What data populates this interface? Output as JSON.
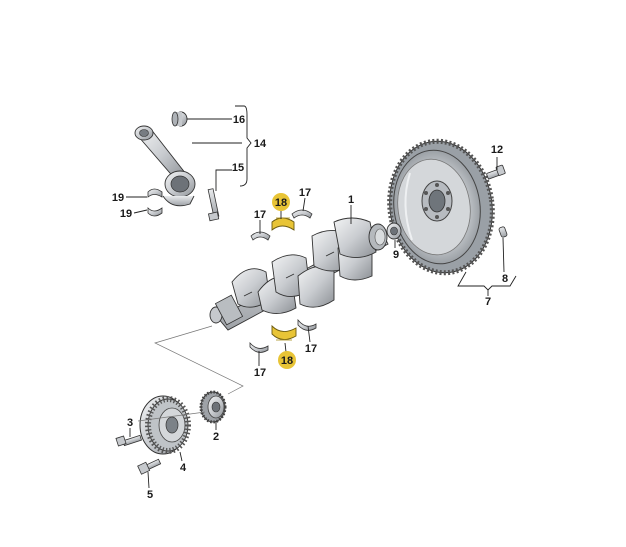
{
  "diagram": {
    "highlight_color": "#e8c436",
    "labels": [
      {
        "id": "label-1",
        "text": "1"
      },
      {
        "id": "label-2",
        "text": "2"
      },
      {
        "id": "label-3",
        "text": "3"
      },
      {
        "id": "label-4",
        "text": "4"
      },
      {
        "id": "label-5",
        "text": "5"
      },
      {
        "id": "label-7",
        "text": "7"
      },
      {
        "id": "label-8",
        "text": "8"
      },
      {
        "id": "label-9",
        "text": "9"
      },
      {
        "id": "label-12",
        "text": "12"
      },
      {
        "id": "label-14",
        "text": "14"
      },
      {
        "id": "label-15",
        "text": "15"
      },
      {
        "id": "label-16",
        "text": "16"
      },
      {
        "id": "label-17a",
        "text": "17"
      },
      {
        "id": "label-17b",
        "text": "17"
      },
      {
        "id": "label-17c",
        "text": "17"
      },
      {
        "id": "label-17d",
        "text": "17"
      },
      {
        "id": "label-18a",
        "text": "18"
      },
      {
        "id": "label-18b",
        "text": "18"
      },
      {
        "id": "label-19a",
        "text": "19"
      },
      {
        "id": "label-19b",
        "text": "19"
      }
    ]
  }
}
